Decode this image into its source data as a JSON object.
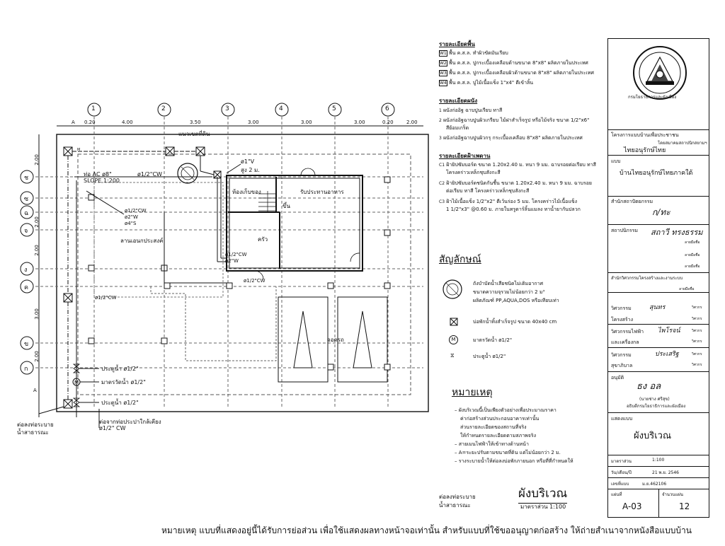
{
  "plan": {
    "grid_numbers": [
      "1",
      "2",
      "3",
      "4",
      "5",
      "6"
    ],
    "dims_top": [
      "0.20",
      "4.00",
      "3.50",
      "3.00",
      "3.00",
      "3.00",
      "0.20",
      "2.00"
    ],
    "dim_a": "A",
    "row_letters": [
      "ช",
      "ซ",
      "ฉ",
      "จ",
      "ง",
      "ค",
      "ข",
      "ก"
    ],
    "dims_left": [
      "2.00",
      "2.00",
      "2.00",
      "3.00",
      "2.00"
    ],
    "row_a": "A",
    "boundary_label": "แนวเขตที่ดิน",
    "pipe_ac": "ท่อ AC ø8\"",
    "slope": "SLOPE 1:200",
    "cw1": "ø1/2\"CW",
    "v1": "ø1\"V",
    "height2": "สูง 2 ม.",
    "storage": "ห้องเก็บของ",
    "dining": "รับประทานอาหาร",
    "up": "ขึ้น",
    "kitchen": "ครัว",
    "pipes_a": [
      "ø1/2\"CW",
      "ø2\"W",
      "ø4\"S"
    ],
    "yard": "ลานเอนกประสงค์",
    "pipes_b": [
      "ø1/2\"CW",
      "ø2\"W"
    ],
    "cw_center": "ø1/2\"CW",
    "cw_left": "ø1/2\"CW",
    "carport": "จอดรถ",
    "valve1": "ประตูน้ำ ø1/2\"",
    "meter": "มาตรวัดน้ำ ø1/2\"",
    "valve2": "ประตูน้ำ ø1/2\"",
    "drain_left": [
      "ต่อลงท่อระบาย",
      "น้ำสาธารณะ"
    ],
    "supply_left": [
      "ต่อจากท่อประปาใกล้เคียง",
      "ø1/2\" CW"
    ],
    "drain_bottom": [
      "ต่อลงท่อระบาย",
      "น้ำสาธารณะ"
    ],
    "plan_title": "ผังบริเวณ",
    "plan_scale": "มาตราส่วน 1:100"
  },
  "specs": {
    "floor_title": "รายละเอียดพื้น",
    "floor": [
      {
        "code": "W1",
        "text": "พื้น ค.ส.ล. ทำผิวขัดมันเรียบ"
      },
      {
        "code": "W2",
        "text": "พื้น ค.ส.ล. ปูกระเบื้องเคลือบด้านขนาด 8\"x8\" ผลิตภายในประเทศ"
      },
      {
        "code": "W3",
        "text": "พื้น ค.ส.ล. ปูกระเบื้องเคลือบผิวด้านขนาด 8\"x8\" ผลิตภายในประเทศ"
      },
      {
        "code": "W4",
        "text": "พื้น ค.ส.ล. ปูไม้เนื้อแข็ง 1\"x4\" ตีเข้าลิ้น"
      }
    ],
    "wall_title": "รายละเอียดผนัง",
    "wall": [
      {
        "code": "1",
        "lines": [
          "ผนังก่ออิฐ ฉาบปูนเรียบ ทาสี"
        ]
      },
      {
        "code": "2",
        "lines": [
          "ผนังก่ออิฐฉาบปูนผิวเกรียบ ไม้ฝาสำเร็จรูป หรือไม้จริง ขนาด 1/2\"x6\"",
          "สีย้อมเกร็ด"
        ]
      },
      {
        "code": "3",
        "lines": [
          "ผนังก่ออิฐฉาบปูนผิวกรุ กระเบื้องเคลือบ 8\"x8\" ผลิตภายในประเทศ"
        ]
      }
    ],
    "ceiling_title": "รายละเอียดฝ้าเพดาน",
    "ceiling": [
      {
        "code": "C1",
        "lines": [
          "ฝ้ายิปซัมบอร์ด ขนาด 1.20x2.40 ม. หนา 9 มม. ฉาบรอยต่อเรียบ ทาสี",
          "โครงคร่าวเหล็กชุบสังกะสี"
        ]
      },
      {
        "code": "C2",
        "lines": [
          "ฝ้ายิปซัมบอร์ดชนิดกันชื้น ขนาด 1.20x2.40 ม. หนา 9 มม. ฉาบรอย",
          "ต่อเรียบ ทาสี โครงคร่าวเหล็กชุบสังกะสี"
        ]
      },
      {
        "code": "C3",
        "lines": [
          "ฝ้าไม้เนื้อแข็ง 1/2\"x2\" ตีเว้นร่อง 5 มม. โครงคร่าวไม้เนื้อแข็ง",
          "1 1/2\"x3\" @0.60 ม. ภายในทรูดาร์ลิ้นแมลง ทาน้ำยากันปลวก"
        ]
      }
    ],
    "legend_title": "สัญลักษณ์",
    "legend": [
      {
        "lines": [
          "ถังบำบัดน้ำเสียชนิดไม่เติมอากาศ",
          "ขนาดความจุรวมไม่น้อยกว่า 2 ม³",
          "ผลิตภัณฑ์ PP,AQUA,DOS หรือเทียบเท่า"
        ]
      },
      {
        "lines": [
          "บ่อพักน้ำทิ้งสำเร็จรูป ขนาด 40x40 cm"
        ]
      },
      {
        "symbol": "M",
        "lines": [
          "มาตรวัดน้ำ ø1/2\""
        ]
      },
      {
        "symbol": "⧖",
        "lines": [
          "ประตูน้ำ ø1/2\""
        ]
      }
    ],
    "notes_title": "หมายเหตุ",
    "notes": [
      "ผังบริเวณนี้เป็นเพียงตัวอย่างเพื่อประมาณราคา",
      "ค่าก่อสร้างส่วนประกอบอาคารเท่านั้น",
      "ส่วนรายละเอียดของสถานที่จริง",
      "ให้กำหนดรายละเอียดตามสภาพจริง",
      "สายเมนไฟฟ้าให้เข้าทางด้านหน้า",
      "A=ระยะปรับตามขนาดที่ดิน แต่ไม่น้อยกว่า 2 ม.",
      "รางระบายน้ำให้ต่อลงบ่อพักภายนอก หรือที่ที่กำหนดให้"
    ]
  },
  "titleblock": {
    "org": "โครงการแบบบ้านเพื่อประชาชน",
    "org_sub": "โดยสมาคมสถาปนิกสยามฯ",
    "series": "ไทยอนุรักษ์ไทย",
    "house_label": "แบบ",
    "house": "บ้านไทยอนุรักษ์ไทยภาคใต้",
    "architect_office": "สำนักสถาปัตยกรรม",
    "arch_label": "สถาปนิกรรม",
    "signature_label": "ลายมือชื่อ",
    "structural_office": "สำนักวิศวกรรมโครงสร้างและงานระบบ",
    "eng_rows": [
      {
        "label": "วิศวกรรม",
        "sig": "สุนทร",
        "id": "วิศวกร"
      },
      {
        "label": "โครงสร้าง",
        "sig": "",
        "id": "วิศวกร"
      },
      {
        "label": "วิศวกรรมไฟฟ้า",
        "sig": "ไพโรจน์",
        "id": "วิศวกร"
      },
      {
        "label": "และเครื่องกล",
        "sig": "",
        "id": "วิศวกร"
      },
      {
        "label": "วิศวกรรม",
        "sig": "ประเสริฐ",
        "id": "วิศวกร"
      },
      {
        "label": "สุขาภิบาล",
        "sig": "",
        "id": "วิศวกร"
      }
    ],
    "approve_label": "อนุมัติ",
    "approver": "(นายช่าง ศรีสุข)",
    "approver_title": "อธิบดีกรมโยธาธิการและผังเมือง",
    "sheet_label": "แสดงแบบ",
    "sheet_title": "ผังบริเวณ",
    "scale_label": "มาตราส่วน",
    "scale": "1:100",
    "date_label": "วัน/เดือน/ปี",
    "date": "21 พ.ย. 2546",
    "reg_label": "เลขที่แบบ",
    "reg": "ม.ย.462106",
    "sheet_no_label": "แผ่นที่",
    "sheets_label": "จำนวนแผ่น",
    "sheet_no": "A-03",
    "sheets": "12",
    "seal_text": "กรมโยธาธิการและผังเมือง"
  },
  "footer": "หมายเหตุ  แบบที่แสดงอยู่นี้ได้รับการย่อส่วน  เพื่อใช้แสดงผลทางหน้าจอเท่านั้น  สำหรับแบบที่ใช้ขออนุญาตก่อสร้าง  ให้ถ่ายสำเนาจากหนังสือแบบบ้าน"
}
